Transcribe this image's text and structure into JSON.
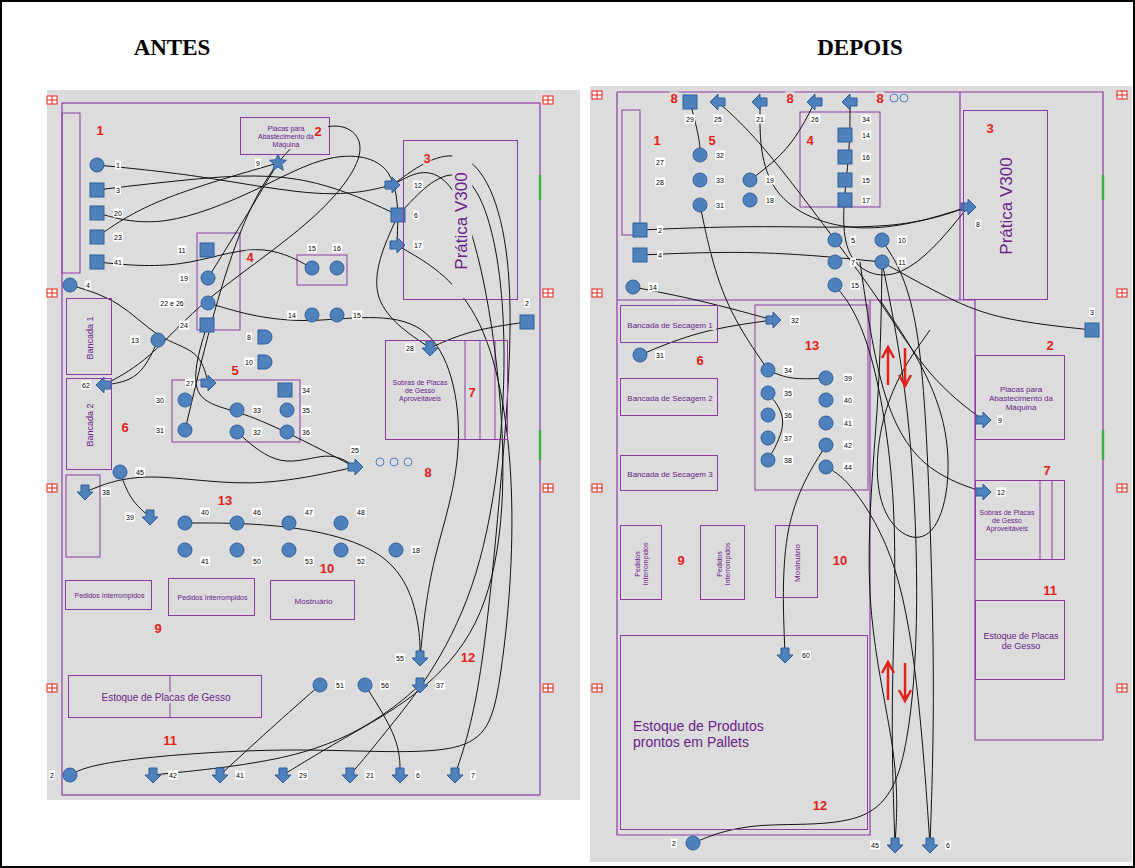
{
  "diagram": {
    "nodes": [
      {
        "text": [
          "ANTES"
        ]
      },
      {
        "text": [
          "Placas para Abastecimento da Máquina"
        ],
        "in": 0
      },
      {
        "text": [
          "Prática V300"
        ],
        "in": 0
      },
      {
        "text": [
          "Bancada 1"
        ],
        "in": 0
      },
      {
        "text": [
          "Bancada 2"
        ],
        "in": 0
      },
      {
        "text": [
          "Sobras de Placas de Gesso Aproveitáveis"
        ],
        "in": 0
      },
      {
        "text": [
          "Pedidos Interrompidos"
        ],
        "in": 0
      },
      {
        "text": [
          "Pedidos Interrompidos"
        ],
        "in": 0
      },
      {
        "text": [
          "Mostruário"
        ],
        "in": 0
      },
      {
        "text": [
          "Estoque de Placas de Gesso"
        ],
        "in": 0
      },
      {
        "text": [
          "DEPOIS"
        ]
      },
      {
        "text": [
          "Prática V300"
        ],
        "in": 10
      },
      {
        "text": [
          "Bancada de Secagem 1"
        ],
        "in": 10
      },
      {
        "text": [
          "Bancada de Secagem 2"
        ],
        "in": 10
      },
      {
        "text": [
          "Bancada de Secagem 3"
        ],
        "in": 10
      },
      {
        "text": [
          "Placas para Abastecimento da Máquina"
        ],
        "in": 10
      },
      {
        "text": [
          "Pedidos Interrompidos"
        ],
        "in": 10
      },
      {
        "text": [
          "Pedidos Interrompidos"
        ],
        "in": 10
      },
      {
        "text": [
          "Mostruário"
        ],
        "in": 10
      },
      {
        "text": [
          "Sobras de Placas de Gesso Aproveitáveis"
        ],
        "in": 10
      },
      {
        "text": [
          "Estoque de Placas de Gesso"
        ],
        "in": 10
      },
      {
        "text": [
          "Estoque de Produtos prontos em Pallets"
        ],
        "in": 10
      }
    ],
    "labels": [
      "1",
      "2",
      "3",
      "4",
      "5",
      "6",
      "7",
      "8",
      "13",
      "10",
      "9",
      "12",
      "11",
      "1",
      "3",
      "20",
      "23",
      "41",
      "4",
      "9",
      "12",
      "6",
      "17",
      "11",
      "19",
      "22 e 26",
      "24",
      "13",
      "8",
      "10",
      "15",
      "16",
      "14",
      "15",
      "28",
      "27",
      "30",
      "31",
      "34",
      "33",
      "35",
      "32",
      "36",
      "62",
      "45",
      "38",
      "39",
      "25",
      "40",
      "46",
      "47",
      "48",
      "41",
      "50",
      "53",
      "52",
      "18",
      "55",
      "51",
      "56",
      "37",
      "2",
      "42",
      "41",
      "29",
      "21",
      "6",
      "7",
      "2",
      "8",
      "8",
      "8",
      "1",
      "5",
      "4",
      "3",
      "6",
      "13",
      "2",
      "7",
      "11",
      "9",
      "10",
      "12",
      "29",
      "25",
      "21",
      "26",
      "34",
      "27",
      "28",
      "32",
      "33",
      "31",
      "19",
      "18",
      "14",
      "16",
      "15",
      "17",
      "8",
      "2",
      "4",
      "5",
      "7",
      "15",
      "10",
      "11",
      "3",
      "9",
      "14",
      "31",
      "32",
      "34",
      "35",
      "36",
      "37",
      "38",
      "39",
      "40",
      "41",
      "42",
      "44",
      "12",
      "60",
      "2",
      "45",
      "6"
    ]
  }
}
